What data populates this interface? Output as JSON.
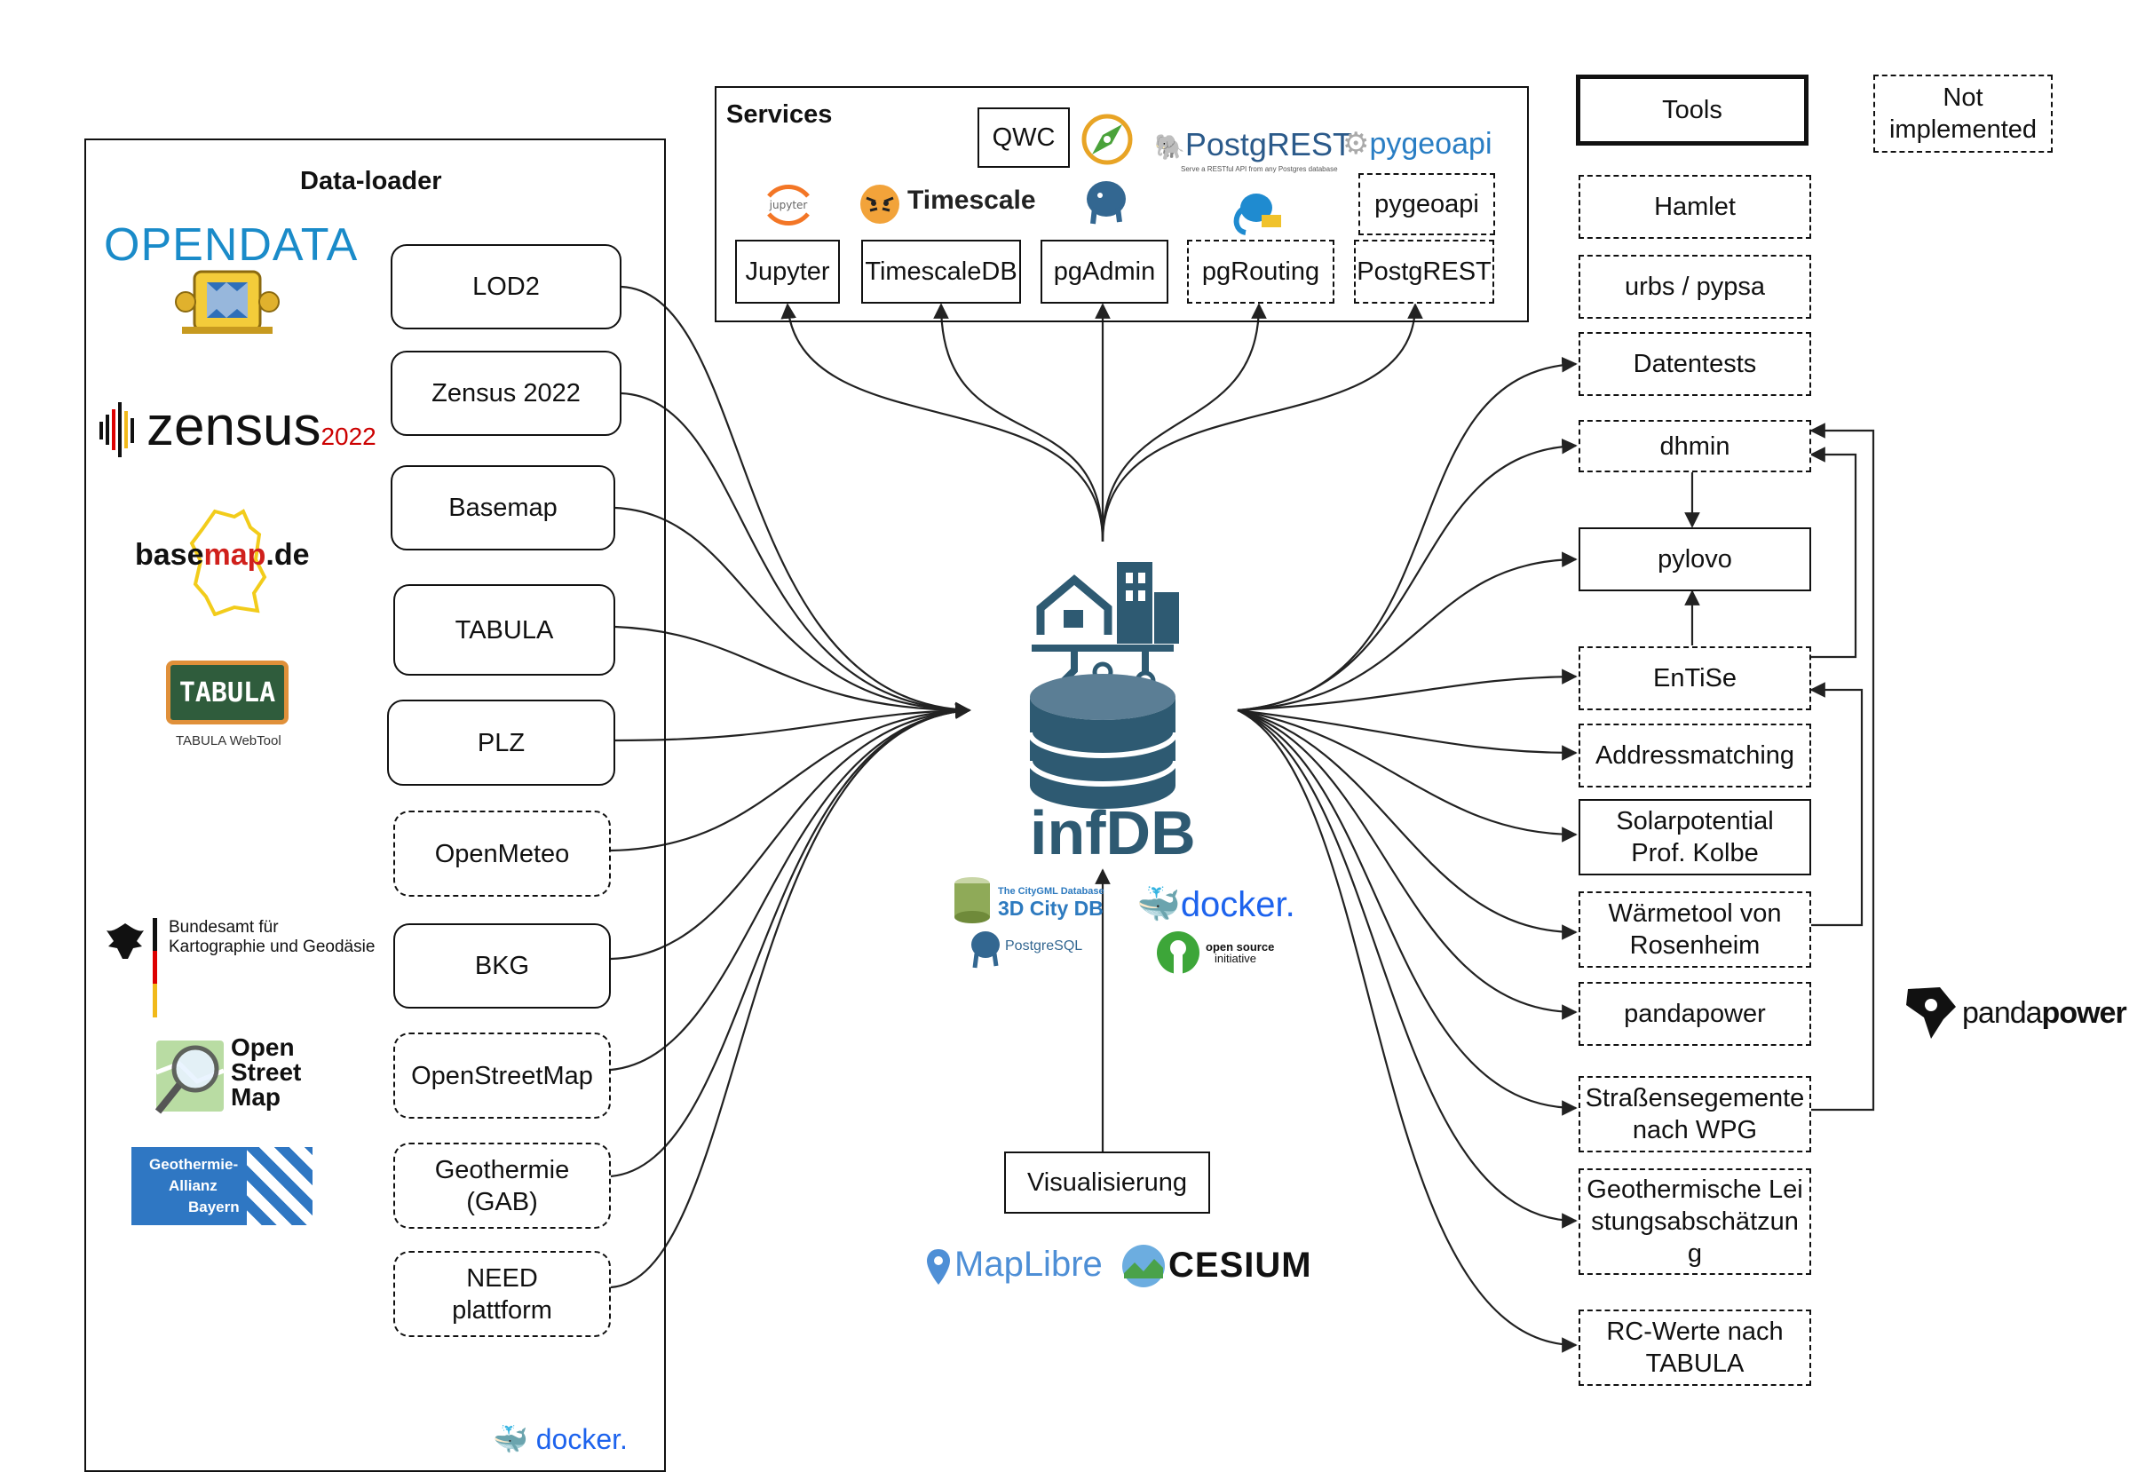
{
  "legend": {
    "tools_label": "Tools",
    "not_implemented_label": "Not implemented"
  },
  "data_loader": {
    "title": "Data-loader",
    "items": [
      {
        "label": "LOD2",
        "implemented": true
      },
      {
        "label": "Zensus 2022",
        "implemented": true
      },
      {
        "label": "Basemap",
        "implemented": true
      },
      {
        "label": "TABULA",
        "implemented": true
      },
      {
        "label": "PLZ",
        "implemented": true
      },
      {
        "label": "OpenMeteo",
        "implemented": false
      },
      {
        "label": "BKG",
        "implemented": true
      },
      {
        "label": "OpenStreetMap",
        "implemented": false
      },
      {
        "label": "Geothermie (GAB)",
        "implemented": false
      },
      {
        "label": "NEED plattform",
        "implemented": false
      }
    ],
    "logos": {
      "opendata": "OPENDATA",
      "zensus": "zensus",
      "zensus_year": "2022",
      "basemap_a": "base",
      "basemap_b": "map",
      "basemap_c": ".de",
      "tabula": "TABULA",
      "tabula_caption": "TABULA WebTool",
      "bkg_line1": "Bundesamt für",
      "bkg_line2": "Kartographie und Geodäsie",
      "osm_line1": "Open",
      "osm_line2": "Street",
      "osm_line3": "Map",
      "gab_line1": "Geothermie-",
      "gab_line2": "Allianz",
      "gab_line3": "Bayern",
      "docker": "docker."
    }
  },
  "services": {
    "title": "Services",
    "top_items": [
      {
        "label": "QWC",
        "implemented": true
      },
      {
        "label": "pygeoapi",
        "implemented": false
      },
      {
        "label": "PostgREST",
        "implemented": false
      }
    ],
    "items": [
      {
        "label": "Jupyter",
        "implemented": true
      },
      {
        "label": "TimescaleDB",
        "implemented": true
      },
      {
        "label": "pgAdmin",
        "implemented": true
      },
      {
        "label": "pgRouting",
        "implemented": false
      }
    ],
    "logos": {
      "jupyter": "jupyter",
      "timescale": "Timescale",
      "postgrest": "PostgREST",
      "postgrest_caption": "Serve a RESTful API from any Postgres database",
      "pygeoapi": "pygeoapi"
    }
  },
  "center": {
    "title": "infDB",
    "logos": {
      "citydb_line1": "The CityGML Database",
      "citydb_line2": "3D City DB",
      "postgresql": "PostgreSQL",
      "docker": "docker.",
      "osi_line1": "open source",
      "osi_line2": "initiative"
    }
  },
  "visualisierung": {
    "label": "Visualisierung",
    "logos": {
      "maplibre": "MapLibre",
      "cesium": "CESIUM"
    }
  },
  "tools": {
    "items": [
      {
        "label": "Hamlet",
        "implemented": false
      },
      {
        "label": "urbs / pypsa",
        "implemented": false
      },
      {
        "label": "Datentests",
        "implemented": false
      },
      {
        "label": "dhmin",
        "implemented": false
      },
      {
        "label": "pylovo",
        "implemented": true
      },
      {
        "label": "EnTiSe",
        "implemented": false
      },
      {
        "label": "Addressmatching",
        "implemented": false
      },
      {
        "label": "Solarpotential Prof. Kolbe",
        "implemented": true
      },
      {
        "label": "Wärmetool von Rosenheim",
        "implemented": false
      },
      {
        "label": "pandapower",
        "implemented": false
      },
      {
        "label": "Straßensegemente nach WPG",
        "implemented": false
      },
      {
        "label": "Geothermische Leistungsabschätzung",
        "implemented": false
      },
      {
        "label": "RC-Werte nach TABULA",
        "implemented": false
      }
    ],
    "logos": {
      "pandapower_a": "panda",
      "pandapower_b": "power"
    }
  }
}
